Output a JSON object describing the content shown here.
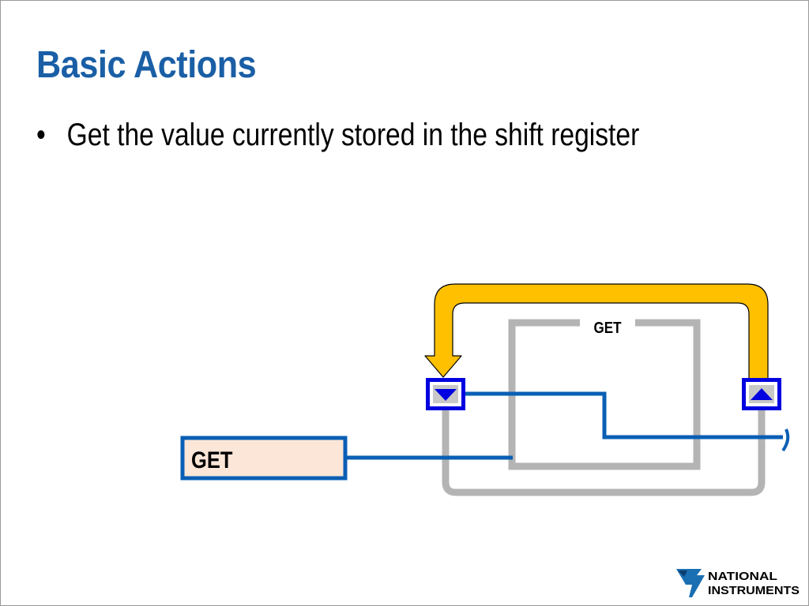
{
  "slide": {
    "title": "Basic Actions",
    "bullets": [
      {
        "marker": "•",
        "text": "Get the value currently stored in the shift register"
      }
    ]
  },
  "diagram": {
    "inner_loop_label": "GET",
    "enum_constant_label": "GET"
  },
  "colors": {
    "title": "#1a5fa6",
    "wire": "#0a5fb4",
    "loop_frame": "#b4b4b4",
    "feedback_arrow": "#ffc000",
    "shift_register": "#0000e0",
    "enum_fill": "#fce6d8",
    "logo": "#1a6fb3"
  },
  "icons": {
    "left_shift_register": "triangle-down-icon",
    "right_shift_register": "triangle-up-icon",
    "logo": "national-instruments-eagle-icon"
  },
  "logo_text": {
    "line1": "NATIONAL",
    "line2": "INSTRUMENTS"
  }
}
